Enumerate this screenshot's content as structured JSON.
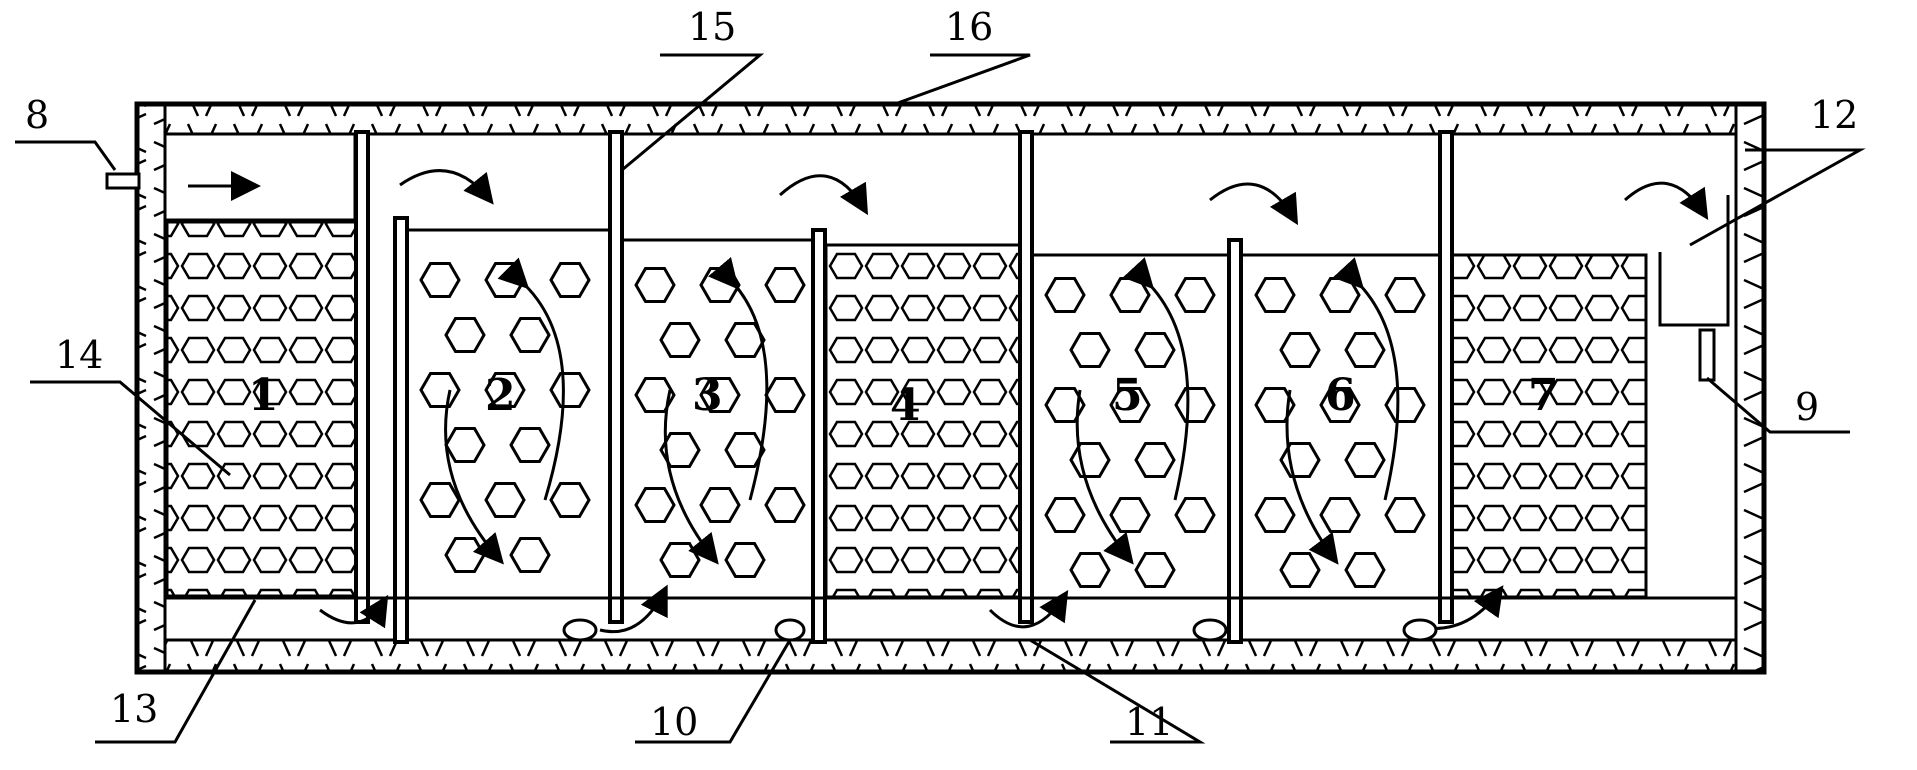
{
  "callouts": {
    "c8": "8",
    "c9": "9",
    "c10": "10",
    "c11": "11",
    "c12": "12",
    "c13": "13",
    "c14": "14",
    "c15": "15",
    "c16": "16"
  },
  "chambers": [
    "1",
    "2",
    "3",
    "4",
    "5",
    "6",
    "7"
  ],
  "colors": {
    "ink": "#000000",
    "paper": "#ffffff"
  }
}
